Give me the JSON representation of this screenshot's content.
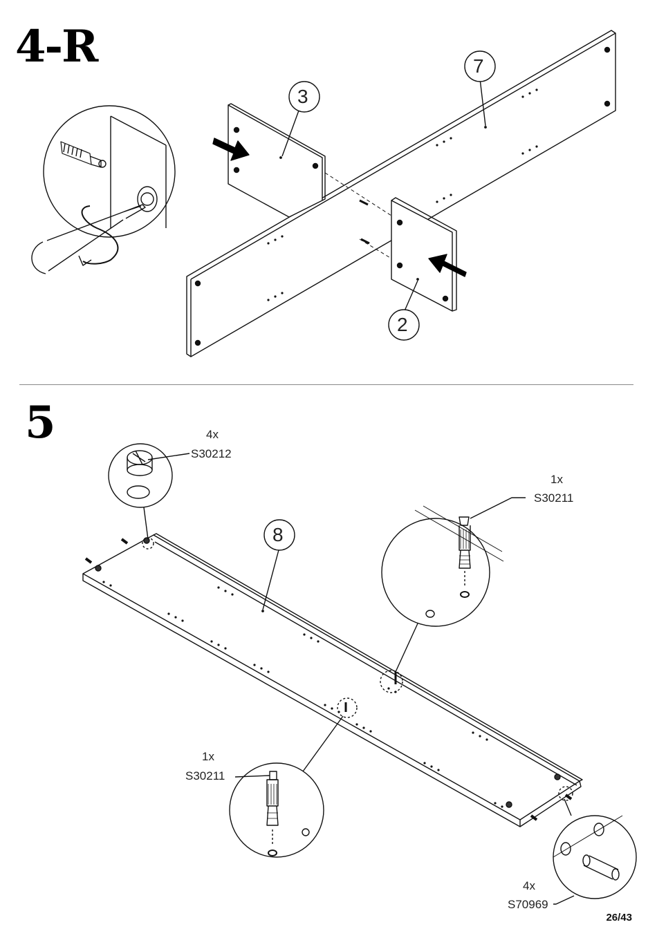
{
  "steps": {
    "step4": "4-R",
    "step5": "5"
  },
  "part_numbers": {
    "p3": "3",
    "p7": "7",
    "p2": "2",
    "p8": "8"
  },
  "hardware": {
    "cam_qty": "4x",
    "cam_code": "S30212",
    "bolt_right_qty": "1x",
    "bolt_right_code": "S30211",
    "bolt_left_qty": "1x",
    "bolt_left_code": "S30211",
    "dowel_qty": "4x",
    "dowel_code": "S70969"
  },
  "page": "26/43"
}
